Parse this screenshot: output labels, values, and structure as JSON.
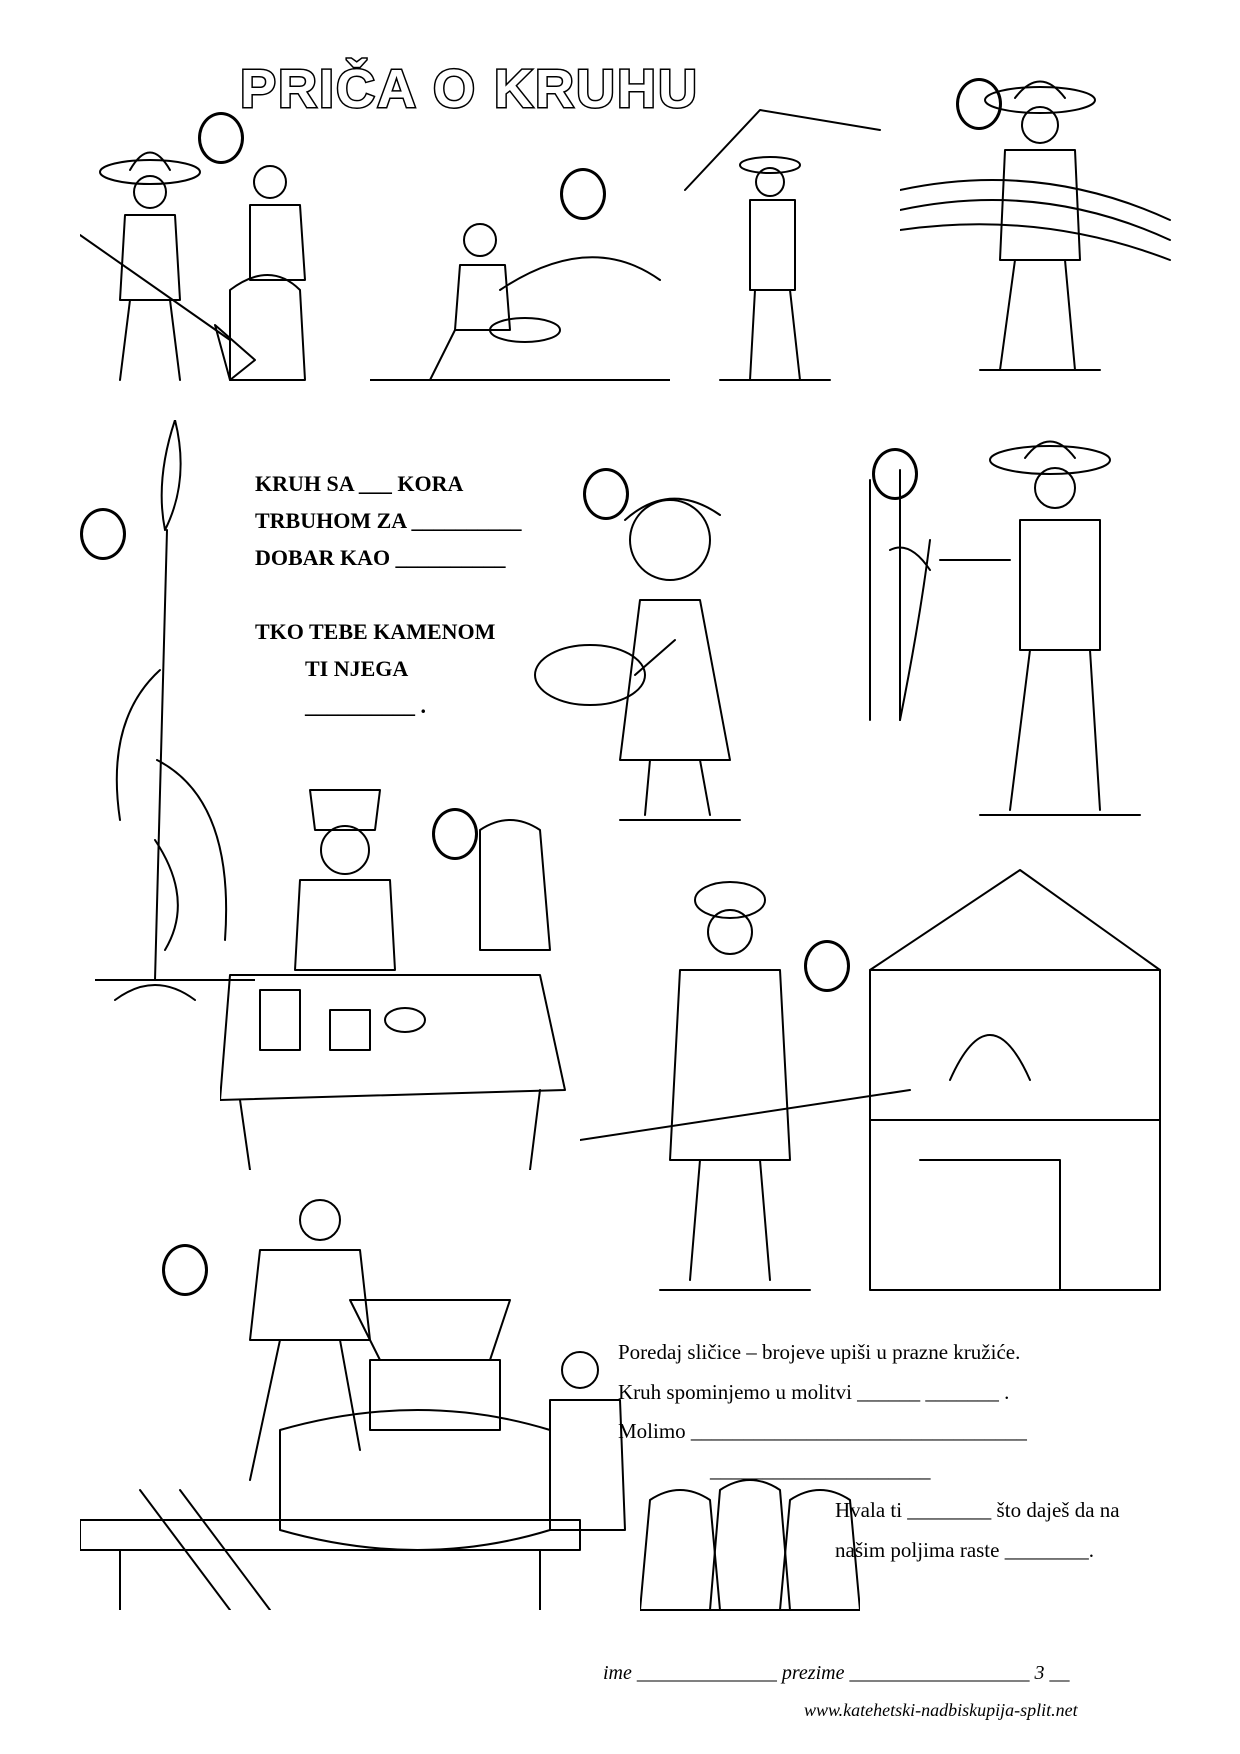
{
  "title": "PRIČA O KRUHU",
  "proverbs": {
    "line1": "KRUH SA ___ KORA",
    "line2": "TRBUHOM ZA __________",
    "line3": "DOBAR KAO __________",
    "line4": "TKO TEBE KAMENOM",
    "line5": "TI NJEGA",
    "line6": "__________ ."
  },
  "instructions": {
    "line1": "Poredaj sličice – brojeve upiši u prazne kružiće.",
    "line2": "Kruh spominjemo u molitvi ______   _______ .",
    "line3": "Molimo ________________________________",
    "line4": "_____________________",
    "line5": "Hvala ti ________ što daješ da na",
    "line6": "našim poljima raste ________."
  },
  "footer": {
    "name_line": "ime ______________  prezime __________________  3 __",
    "website": "www.katehetski-nadbiskupija-split.net"
  }
}
